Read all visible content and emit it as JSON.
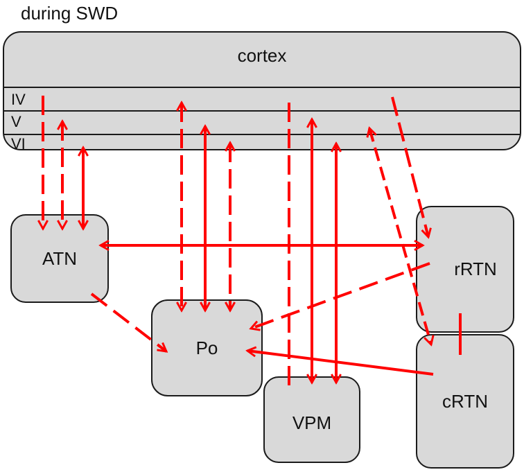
{
  "title": "during SWD",
  "nodes": {
    "cortex": "cortex",
    "atn": "ATN",
    "po": "Po",
    "vpm": "VPM",
    "rrtn": "rRTN",
    "crtn": "cRTN"
  },
  "layers": [
    "IV",
    "V",
    "VI"
  ],
  "colors": {
    "arrow": "#ff0000",
    "box_fill": "#d9d9d9",
    "box_border": "#1a1a1a"
  }
}
